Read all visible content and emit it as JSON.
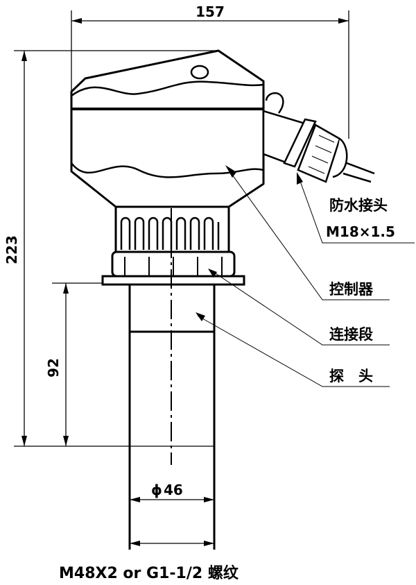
{
  "dimensions": {
    "width": "157",
    "height_total": "223",
    "height_probe": "92",
    "diameter": "46",
    "diameter_symbol": "ϕ"
  },
  "labels": {
    "gland": "防水接头",
    "gland_spec": "M18×1.5",
    "controller": "控制器",
    "connector": "连接段",
    "probe": "探　头"
  },
  "thread_spec": "M48X2 or G1-1/2 螺纹"
}
